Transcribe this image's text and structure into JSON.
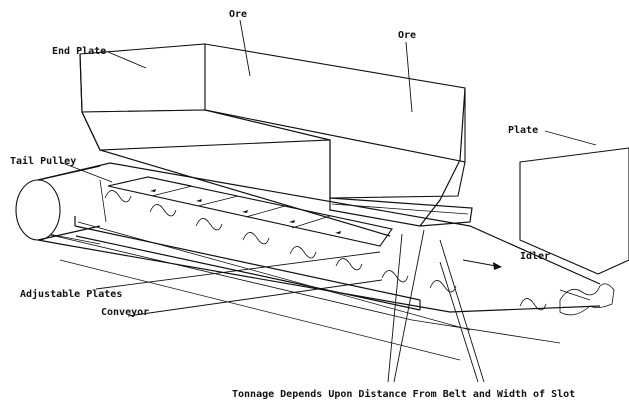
{
  "labels": {
    "ore_top": "Ore",
    "ore_right": "Ore",
    "end_plate": "End Plate",
    "plate": "Plate",
    "tail_pulley": "Tail Pulley",
    "idler": "Idler",
    "adjustable_plates": "Adjustable Plates",
    "conveyor": "Conveyor",
    "caption": "Tonnage Depends Upon Distance From Belt and Width of Slot"
  }
}
